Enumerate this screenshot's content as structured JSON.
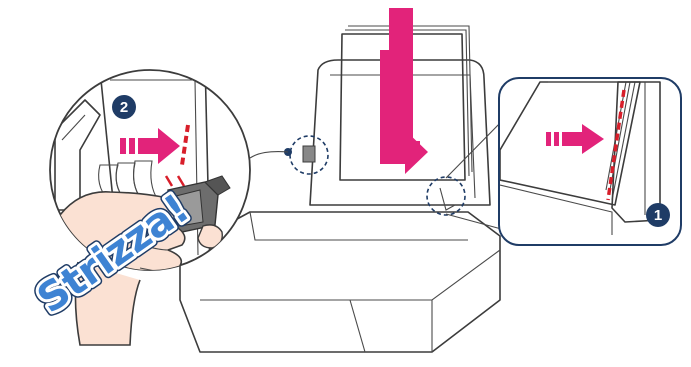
{
  "callout": {
    "text": "Strizza!"
  },
  "steps": {
    "first": "1",
    "second": "2"
  },
  "colors": {
    "accent_magenta": "#e2237a",
    "accent_red_dashes": "#d81e2a",
    "callout_blue": "#3e83d3",
    "step_badge": "#1f3c66",
    "outline": "#3c3c3c",
    "skin": "#fbe1d3"
  }
}
